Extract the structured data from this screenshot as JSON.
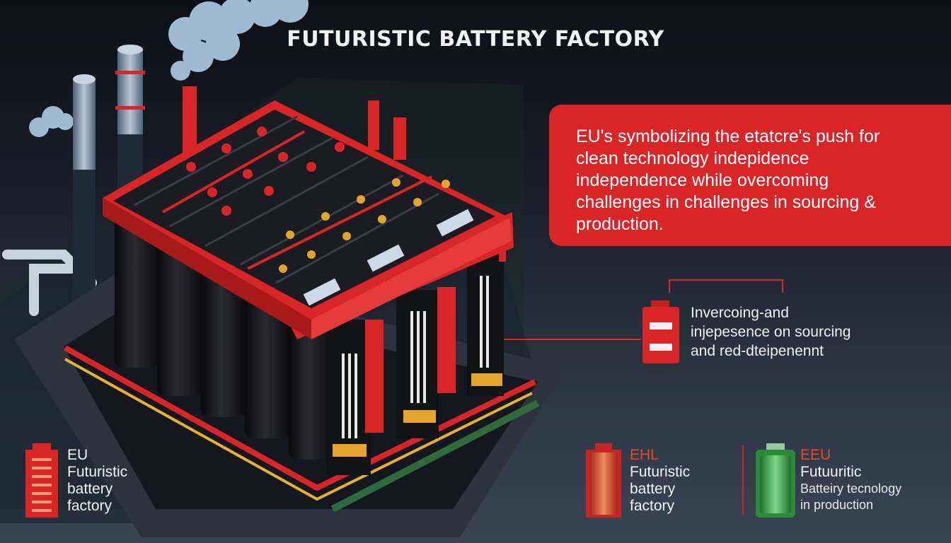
{
  "title": "FUTURISTIC BATTERY  FACTORY",
  "callout": {
    "lines": [
      "EU's symbolizing the etatcre's push for",
      "clean technology indepidence",
      "independence while overcoming",
      "challenges in challenges in sourcing  &",
      "production."
    ]
  },
  "side_note": {
    "lines": [
      "Invercoing-and",
      "injepesence on sourcing",
      "and red-dteipenennt"
    ]
  },
  "legend": [
    {
      "lines": [
        "EU",
        "Futuristic",
        "battery",
        "factory"
      ],
      "battery_color": "#d92525"
    },
    {
      "lines": [
        "EHL",
        "Futuristic",
        "battery",
        "factory"
      ],
      "battery_color": "#e0452c"
    },
    {
      "lines": [
        "EEU",
        "Futuuritic",
        "Batteiry tecnology",
        "in production"
      ],
      "battery_color": "#3fa14a"
    }
  ],
  "colors": {
    "accent_red": "#d92525",
    "background_dark": "#141922",
    "battery_green": "#3fa14a",
    "battery_orange": "#e0452c"
  }
}
